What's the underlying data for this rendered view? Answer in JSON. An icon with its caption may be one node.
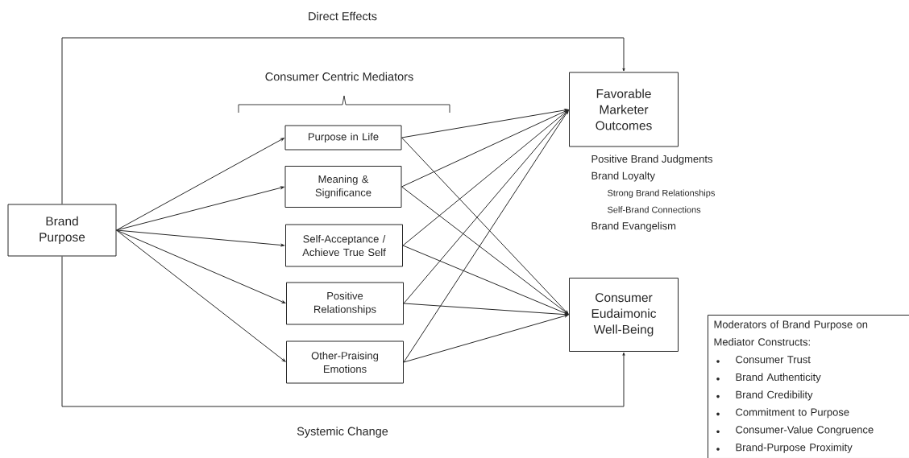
{
  "diagram": {
    "nodes": [
      {
        "text": [
          "Brand Purpose"
        ]
      },
      {
        "text": [
          "Purpose in Life"
        ]
      },
      {
        "text": [
          "Meaning & Significance"
        ]
      },
      {
        "text": [
          "Self-Acceptance / Achieve True Self"
        ]
      },
      {
        "text": [
          "Positive Relationships"
        ]
      },
      {
        "text": [
          "Other-Praising Emotions"
        ]
      },
      {
        "text": [
          "Favorable Marketer Outcomes"
        ],
        "beside": [
          "Positive Brand Judgments",
          "Brand Loyalty",
          "Strong Brand Relationships",
          "Self-Brand Connections",
          "Brand Evangelism"
        ]
      },
      {
        "text": [
          "Consumer Eudaimonic Well-Being"
        ]
      },
      {
        "text": [
          "Moderators of Brand Purpose on Mediator Constructs:",
          "Consumer Trust",
          "Brand Authenticity",
          "Brand Credibility",
          "Commitment to Purpose",
          "Consumer-Value Congruence",
          "Brand-Purpose Proximity"
        ]
      }
    ],
    "edges": [
      {
        "from": 0,
        "to": 1,
        "arrow": "to"
      },
      {
        "from": 0,
        "to": 2,
        "arrow": "to"
      },
      {
        "from": 0,
        "to": 3,
        "arrow": "to"
      },
      {
        "from": 0,
        "to": 4,
        "arrow": "to"
      },
      {
        "from": 0,
        "to": 5,
        "arrow": "to"
      },
      {
        "from": 1,
        "to": 6,
        "arrow": "to"
      },
      {
        "from": 1,
        "to": 7,
        "arrow": "to"
      },
      {
        "from": 2,
        "to": 6,
        "arrow": "to"
      },
      {
        "from": 2,
        "to": 7,
        "arrow": "to"
      },
      {
        "from": 3,
        "to": 6,
        "arrow": "to"
      },
      {
        "from": 3,
        "to": 7,
        "arrow": "to"
      },
      {
        "from": 4,
        "to": 6,
        "arrow": "to"
      },
      {
        "from": 4,
        "to": 7,
        "arrow": "to"
      },
      {
        "from": 5,
        "to": 6,
        "arrow": "to"
      },
      {
        "from": 5,
        "to": 7,
        "arrow": "to"
      },
      {
        "from": 0,
        "to": 6,
        "arrow": "to",
        "label": "Direct Effects"
      },
      {
        "from": 0,
        "to": 7,
        "arrow": "to",
        "label": "Systemic Change"
      }
    ],
    "labels": [
      "Consumer Centric Mediators"
    ]
  }
}
